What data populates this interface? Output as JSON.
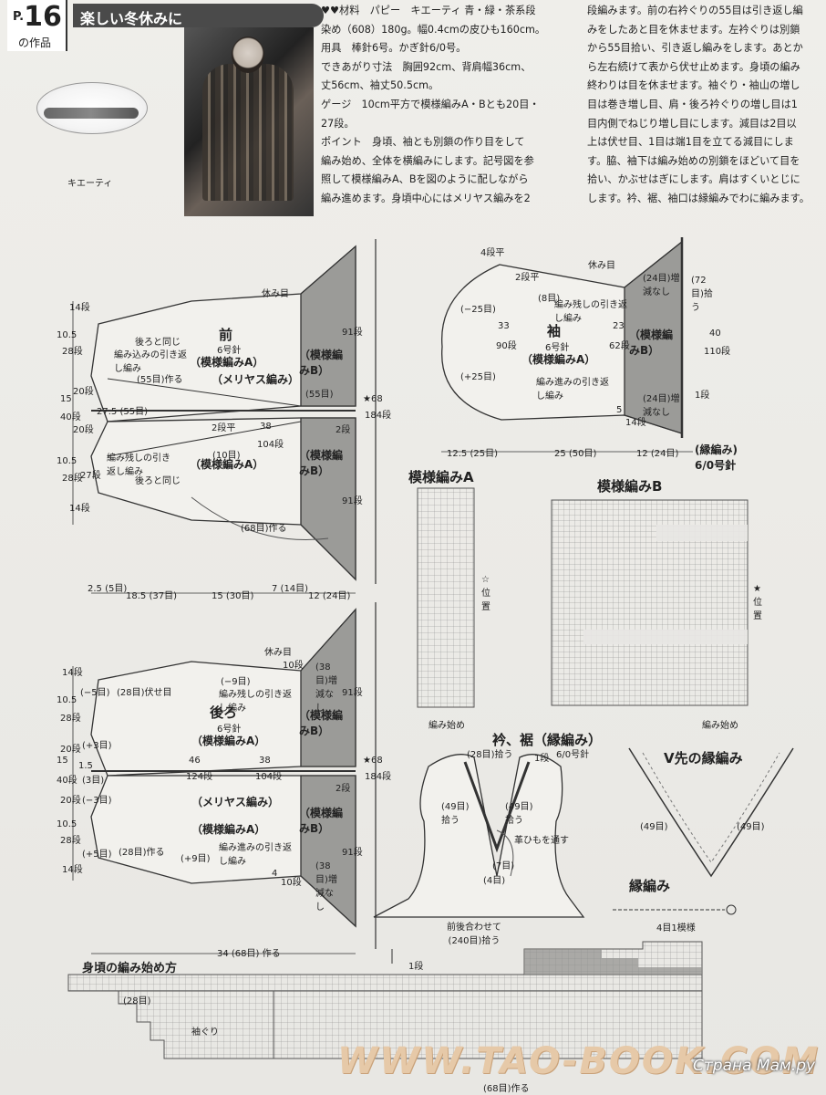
{
  "header": {
    "page_prefix": "P.",
    "page_number": "16",
    "page_suffix": "の作品",
    "title": "楽しい冬休みに"
  },
  "yarn_label": "キエーティ",
  "materials": [
    "♥♥材料　パピー　キエーティ 青・緑・茶系段",
    "染め（608）180g。幅0.4cmの皮ひも160cm。",
    "用具　棒針6号。かぎ針6/0号。",
    "できあがり寸法　胸囲92cm、背肩幅36cm、",
    "丈56cm、袖丈50.5cm。",
    "ゲージ　10cm平方で模様編みA・Bとも20目・",
    "27段。",
    "ポイント　身頃、袖とも別鎖の作り目をして",
    "編み始め、全体を横編みにします。記号図を参",
    "照して模様編みA、Bを図のように配しながら",
    "編み進めます。身頃中心にはメリヤス編みを2"
  ],
  "instructions": [
    "段編みます。前の右衿ぐりの55目は引き返し編",
    "みをしたあと目を休ませます。左衿ぐりは別鎖",
    "から55目拾い、引き返し編みをします。あとか",
    "ら左右続けて表から伏せ止めます。身頃の編み",
    "終わりは目を休ませます。袖ぐり・袖山の増し",
    "目は巻き増し目、肩・後ろ衿ぐりの増し目は1",
    "目内側でねじり増し目にします。減目は2目以",
    "上は伏せ目、1目は端1目を立てる減目にしま",
    "す。脇、袖下は編み始めの別鎖をほどいて目を",
    "拾い、かぶせはぎにします。肩はすくいとじに",
    "します。衿、裾、袖口は縁編みでわに編みます。"
  ],
  "front": {
    "label": "前",
    "needle": "6号針",
    "pattern_a": "（模様編みA）",
    "stockinette": "（メリヤス編み）",
    "pattern_b": "（模様編みB）",
    "pattern_a2": "（模様編みA）",
    "rest": "休み目",
    "same": "後ろと同じ",
    "short_row": "編み込みの引き返し編み",
    "short_row2": "編み残しの引き返し編み",
    "st55": "(55目)作る",
    "st55b": "(55目)",
    "st68": "(68目)作る",
    "row2": "2段平",
    "v_14": "14段",
    "v_105": "10.5",
    "v_28": "28段",
    "v_20": "20段",
    "v_15": "15",
    "v_40": "40段",
    "v_27": "27段",
    "v_275": "27.5 (55目)",
    "n_38": "38",
    "n_104": "104段",
    "n_10": "(10目)",
    "n_91": "91段",
    "n_2": "2段",
    "n_68": "★68",
    "n_184": "184段"
  },
  "front_dims": [
    "2.5 (5目)",
    "18.5 (37目)",
    "15 (30目)",
    "7 (14目)",
    "12 (24目)"
  ],
  "sleeve": {
    "label": "袖",
    "needle": "6号針",
    "pattern_a": "（模様編みA）",
    "pattern_b": "（模様編みB）",
    "rest": "休み目",
    "short_row": "編み残しの引き返し編み",
    "short_row2": "編み進みの引き返し編み",
    "n_25": "(−25目)",
    "p_25": "(+25目)",
    "n_33": "33",
    "n_90": "90段",
    "n_23": "23",
    "n_62": "62段",
    "n_24a": "(24目)増減なし",
    "n_24b": "(24目)増減なし",
    "n_72": "(72目)拾う",
    "n_40": "40",
    "n_110": "110段",
    "n_1": "1段",
    "n_5": "5",
    "n_14": "14段",
    "row4": "4段平",
    "row2": "2段平",
    "n_8": "(8目)"
  },
  "sleeve_dims": [
    "12.5 (25目)",
    "25 (50目)",
    "12 (24目)",
    "(縁編み) 6/0号針"
  ],
  "pattern_a_title": "模様編みA",
  "pattern_b_title": "模様編みB",
  "pattern_a_label": "☆位置",
  "pattern_b_label": "★位置",
  "start_label": "編み始め",
  "back": {
    "label": "後ろ",
    "needle": "6号針",
    "pattern_a": "（模様編みA）",
    "pattern_b": "（模様編みB）",
    "stockinette": "（メリヤス編み）",
    "pattern_a2": "（模様編みA）",
    "rest": "休み目",
    "short_row": "編み残しの引き返し編み",
    "short_row2": "編み進みの引き返し編み",
    "st28a": "(28目)伏せ目",
    "st28b": "(28目)作る",
    "m9": "(−9目)",
    "m5": "(−5目)",
    "p3": "(+3目)",
    "p3b": "(3目)",
    "m3": "(−3目)",
    "p5": "(+5目)",
    "p9": "(+9目)",
    "n_46": "46",
    "n_124": "124段",
    "n_38": "38",
    "n_104": "104段",
    "n_38b": "(38目)増減なし",
    "n_38c": "(38目)増減なし",
    "n_91": "91段",
    "n_2": "2段",
    "n_10": "10段",
    "n_4": "4",
    "n_68": "★68",
    "n_184": "184段",
    "v_14": "14段",
    "v_105": "10.5",
    "v_28": "28段",
    "v_20": "20段",
    "v_15": "15",
    "v_40": "40段",
    "v_15b": "1.5"
  },
  "back_dims": [
    "34 (68目) 作る"
  ],
  "collar": {
    "title": "衿、裾（縁編み）",
    "needle": "6/0号針",
    "pick28": "(28目)拾う",
    "pick49a": "(49目)拾う",
    "pick49b": "(49目)拾う",
    "cord": "革ひもを通す",
    "st7": "(7目)",
    "st4": "(4目)",
    "pick240": "前後合わせて(240目)拾う",
    "n_1": "1段"
  },
  "v_edge": {
    "title": "V先の縁編み",
    "st49a": "(49目)",
    "st49b": "(49目)"
  },
  "edge": {
    "title": "縁編み",
    "repeat": "4目1模様"
  },
  "bottom": {
    "title": "身頃の編み始め方",
    "st28": "(28目)",
    "armhole": "袖ぐり",
    "st68": "(68目)作る"
  },
  "watermark": "WWW.TAO-BOOK.COM",
  "watermark2": "Страна Мам.ру",
  "colors": {
    "shade": "#9b9b98",
    "line": "#333333",
    "paper": "#ecebe7"
  }
}
